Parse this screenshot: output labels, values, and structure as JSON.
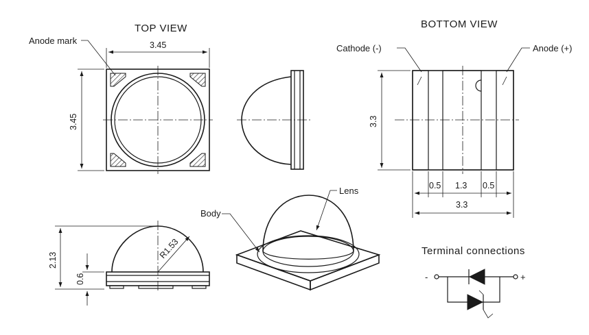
{
  "views": {
    "top_title": "TOP VIEW",
    "bottom_title": "BOTTOM VIEW"
  },
  "labels": {
    "anode_mark": "Anode mark",
    "cathode": "Cathode (-)",
    "anode": "Anode (+)",
    "body": "Body",
    "lens": "Lens",
    "terminal_connections": "Terminal connections",
    "minus": "-",
    "plus": "+"
  },
  "dimensions": {
    "top_width": "3.45",
    "top_height": "3.45",
    "bottom_height": "3.3",
    "bottom_width": "3.3",
    "pad_gap_left": "0.5",
    "pad_center": "1.3",
    "pad_gap_right": "0.5",
    "total_height": "2.13",
    "body_height": "0.6",
    "radius": "R1.53"
  }
}
